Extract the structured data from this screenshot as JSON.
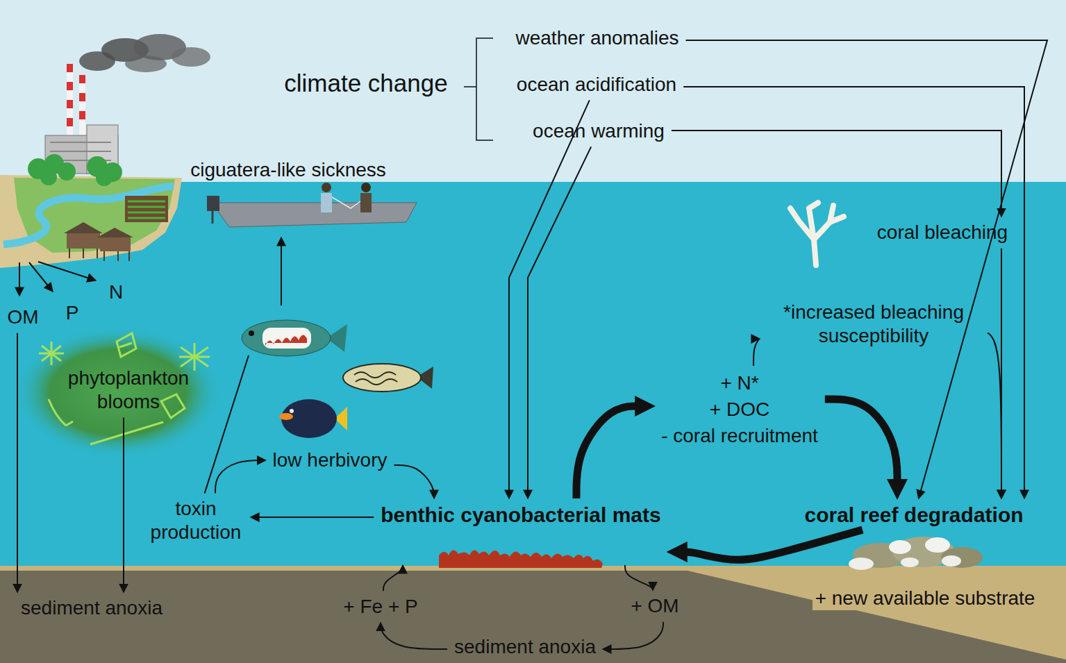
{
  "diagram": {
    "nodes": [
      {
        "text": [
          "climate change"
        ]
      },
      {
        "text": [
          "weather anomalies"
        ]
      },
      {
        "text": [
          "ocean acidification"
        ]
      },
      {
        "text": [
          "ocean warming"
        ]
      },
      {
        "text": [
          "ciguatera-like sickness"
        ]
      },
      {
        "text": [
          "OM"
        ]
      },
      {
        "text": [
          "P"
        ]
      },
      {
        "text": [
          "N"
        ]
      },
      {
        "text": [
          "phytoplankton blooms"
        ]
      },
      {
        "text": [
          "coral bleaching"
        ]
      },
      {
        "text": [
          "*increased bleaching susceptibility"
        ]
      },
      {
        "text": [
          "+ N*",
          "+ DOC",
          "- coral recruitment"
        ]
      },
      {
        "text": [
          "low herbivory"
        ]
      },
      {
        "text": [
          "toxin production"
        ]
      },
      {
        "text": [
          "benthic cyanobacterial mats"
        ]
      },
      {
        "text": [
          "coral reef degradation"
        ]
      },
      {
        "text": [
          "sediment anoxia"
        ]
      },
      {
        "text": [
          "+ Fe + P"
        ]
      },
      {
        "text": [
          "+ OM"
        ]
      },
      {
        "text": [
          "sediment anoxia"
        ]
      }
    ],
    "edges": [
      {
        "from": 1,
        "to": 15,
        "arrow": "to"
      },
      {
        "from": 2,
        "to": 15,
        "arrow": "to"
      },
      {
        "from": 2,
        "to": 14,
        "arrow": "to"
      },
      {
        "from": 3,
        "to": 14,
        "arrow": "to"
      },
      {
        "from": 3,
        "to": 9,
        "arrow": "to"
      },
      {
        "from": 9,
        "to": 15,
        "arrow": "to"
      },
      {
        "from": 10,
        "to": 15,
        "arrow": "to"
      },
      {
        "from": 11,
        "to": 10,
        "arrow": "to"
      },
      {
        "from": 11,
        "to": 15,
        "arrow": "to"
      },
      {
        "from": 14,
        "to": 11,
        "arrow": "to"
      },
      {
        "from": 15,
        "to": 14,
        "arrow": "to"
      },
      {
        "from": 14,
        "to": 13,
        "arrow": "to"
      },
      {
        "from": 13,
        "to": 12,
        "arrow": "to"
      },
      {
        "from": 12,
        "to": 14,
        "arrow": "to"
      },
      {
        "from": 13,
        "to": 4,
        "arrow": "to"
      },
      {
        "from": 5,
        "to": 16,
        "arrow": "to"
      },
      {
        "from": 8,
        "to": 16,
        "arrow": "to"
      },
      {
        "from": 14,
        "to": 18,
        "arrow": "to"
      },
      {
        "from": 18,
        "to": 19,
        "arrow": "to"
      },
      {
        "from": 19,
        "to": 17,
        "arrow": "to"
      },
      {
        "from": 17,
        "to": 14,
        "arrow": "to"
      }
    ],
    "labels": [
      "+ new available substrate"
    ]
  }
}
